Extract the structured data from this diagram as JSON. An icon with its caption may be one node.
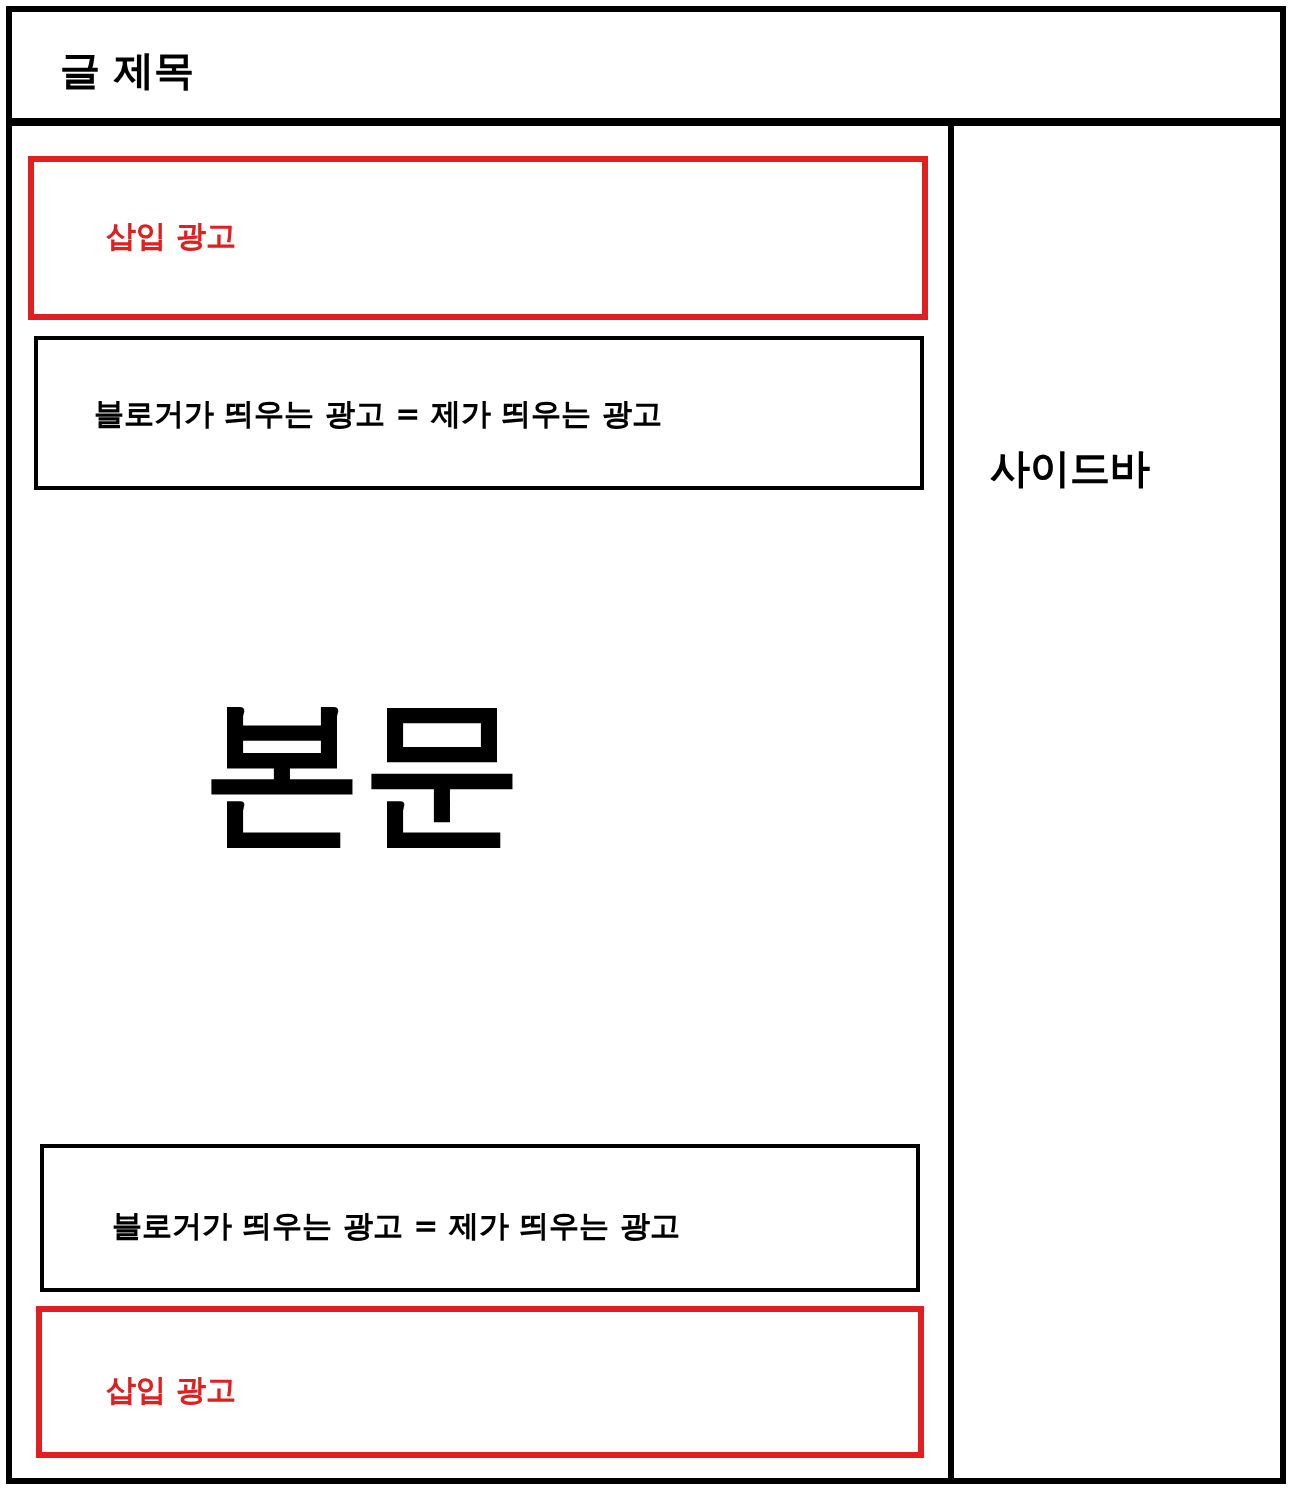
{
  "diagram": {
    "nodes": [
      {
        "text": [
          "글 제목"
        ]
      },
      {
        "text": [
          "본문"
        ]
      },
      {
        "text": [
          "삽입 광고"
        ],
        "in": 1
      },
      {
        "text": [
          "블로거가 띄우는 광고 = 제가 띄우는 광고"
        ],
        "in": 1
      },
      {
        "text": [
          "블로거가 띄우는 광고 = 제가 띄우는 광고"
        ],
        "in": 1
      },
      {
        "text": [
          "삽입 광고"
        ],
        "in": 1
      },
      {
        "text": [
          "사이드바"
        ]
      }
    ]
  }
}
